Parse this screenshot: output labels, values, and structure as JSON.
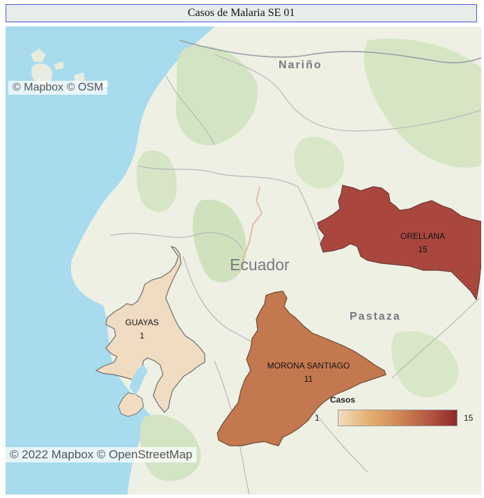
{
  "title": "Casos de Malaria  SE 01",
  "attribution_top": "© Mapbox © OSM",
  "attribution_bottom": "© 2022 Mapbox © OpenStreetMap",
  "place_labels": {
    "narino": "Nariño",
    "ecuador": "Ecuador",
    "pastaza": "Pastaza"
  },
  "regions": [
    {
      "name": "ORELLANA",
      "value": "15",
      "color": "#a9473f"
    },
    {
      "name": "MORONA SANTIAGO",
      "value": "11",
      "color": "#c47850"
    },
    {
      "name": "GUAYAS",
      "value": "1",
      "color": "#f0dcc2"
    }
  ],
  "legend": {
    "title": "Casos",
    "min": "1",
    "max": "15",
    "color_min": "#f2dcc0",
    "color_max": "#8c2a2a"
  }
}
